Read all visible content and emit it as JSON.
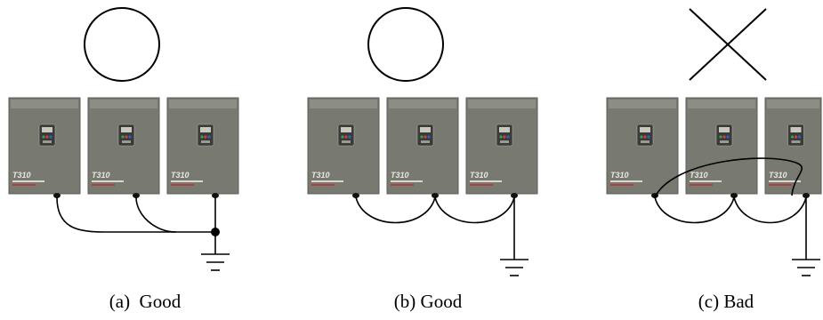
{
  "colors": {
    "drive_body": "#787a72",
    "drive_body_light": "#8c8e86",
    "drive_edge": "#5a5c55",
    "wire": "#000000",
    "label_red": "#b04040"
  },
  "device_label": "T310",
  "panels": [
    {
      "symbol": "circle-icon",
      "caption": "(a)  Good",
      "grounding": "star"
    },
    {
      "symbol": "circle-icon",
      "caption": "(b) Good",
      "grounding": "daisy-chain"
    },
    {
      "symbol": "cross-icon",
      "caption": "(c) Bad",
      "grounding": "loop"
    }
  ]
}
